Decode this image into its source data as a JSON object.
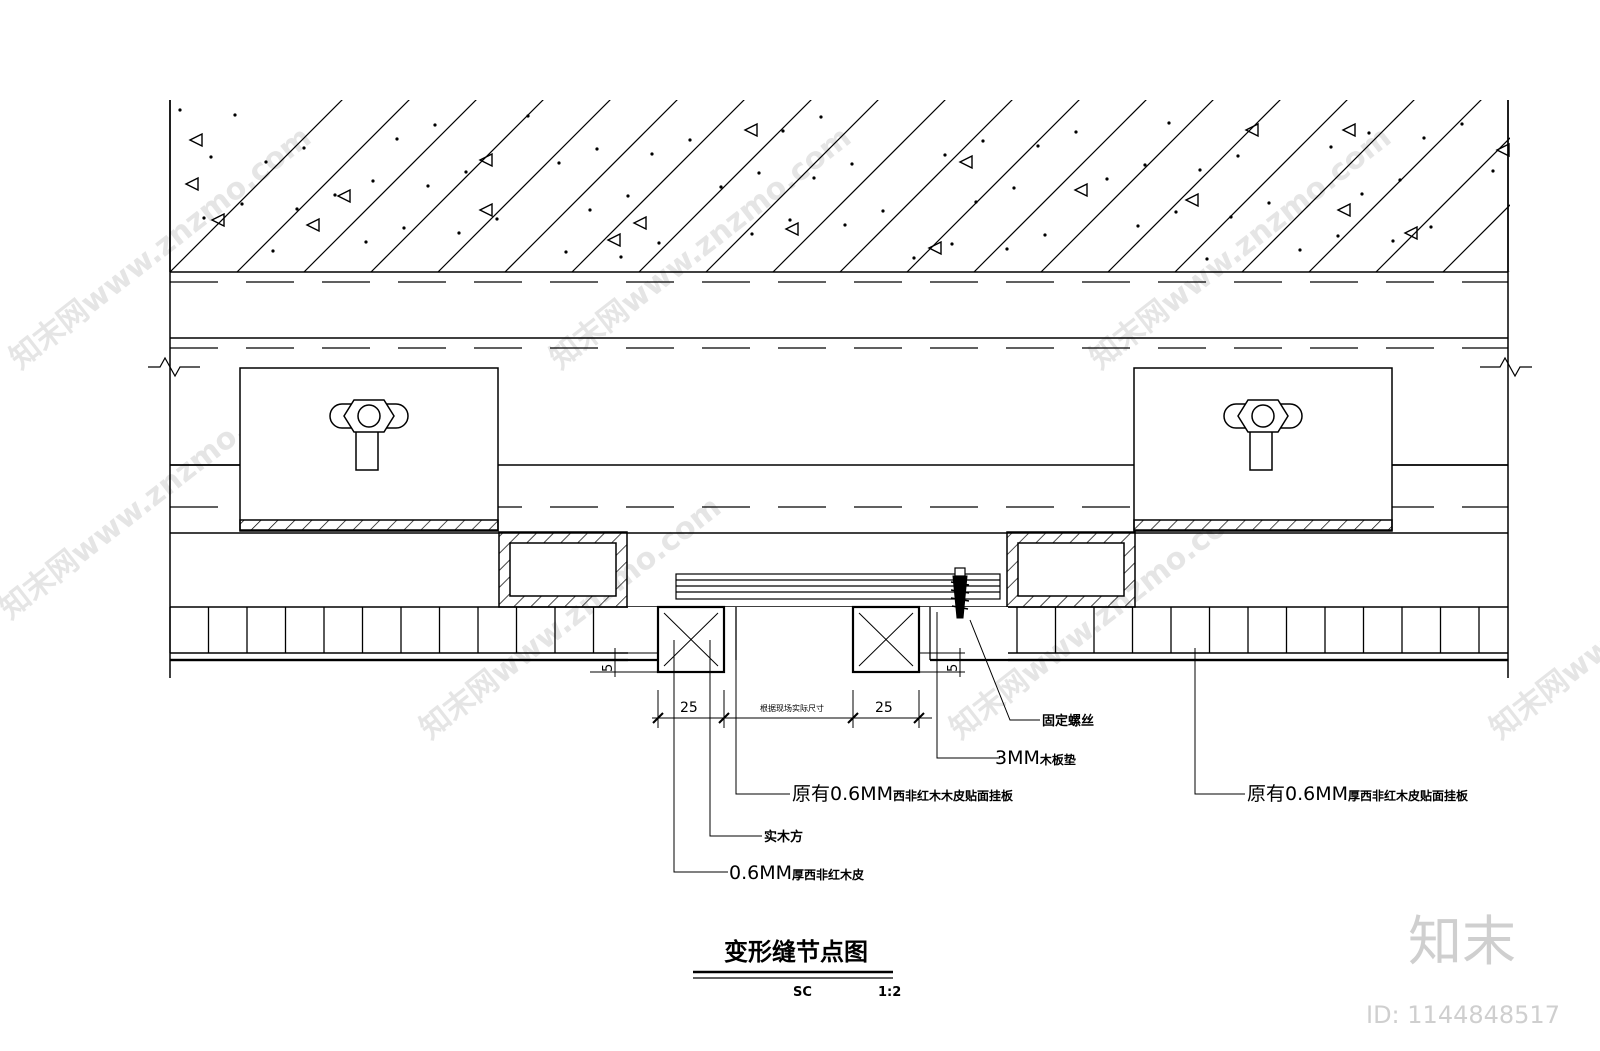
{
  "title": "变形缝节点图",
  "subtitle_left": "SC",
  "subtitle_right": "1:2",
  "dimensions": {
    "left_width": "25",
    "right_width": "25",
    "middle": "根据现场实际尺寸",
    "left_gap": "5",
    "right_gap": "5"
  },
  "labels": {
    "screw": "固定螺丝",
    "pad_prefix": "3MM",
    "pad_suffix": "木板垫",
    "veneer_left_prefix": "原有0.6MM",
    "veneer_left_suffix": "西非红木木皮贴面挂板",
    "solid_wood": "实木方",
    "veneer_bottom_prefix": "0.6MM",
    "veneer_bottom_suffix": "厚西非红木皮",
    "veneer_right_prefix": "原有0.6MM",
    "veneer_right_suffix": "厚西非红木皮贴面挂板"
  },
  "watermark": {
    "text": "知末网www.znzmo.com",
    "brand": "知末",
    "id": "ID: 1144848517"
  }
}
